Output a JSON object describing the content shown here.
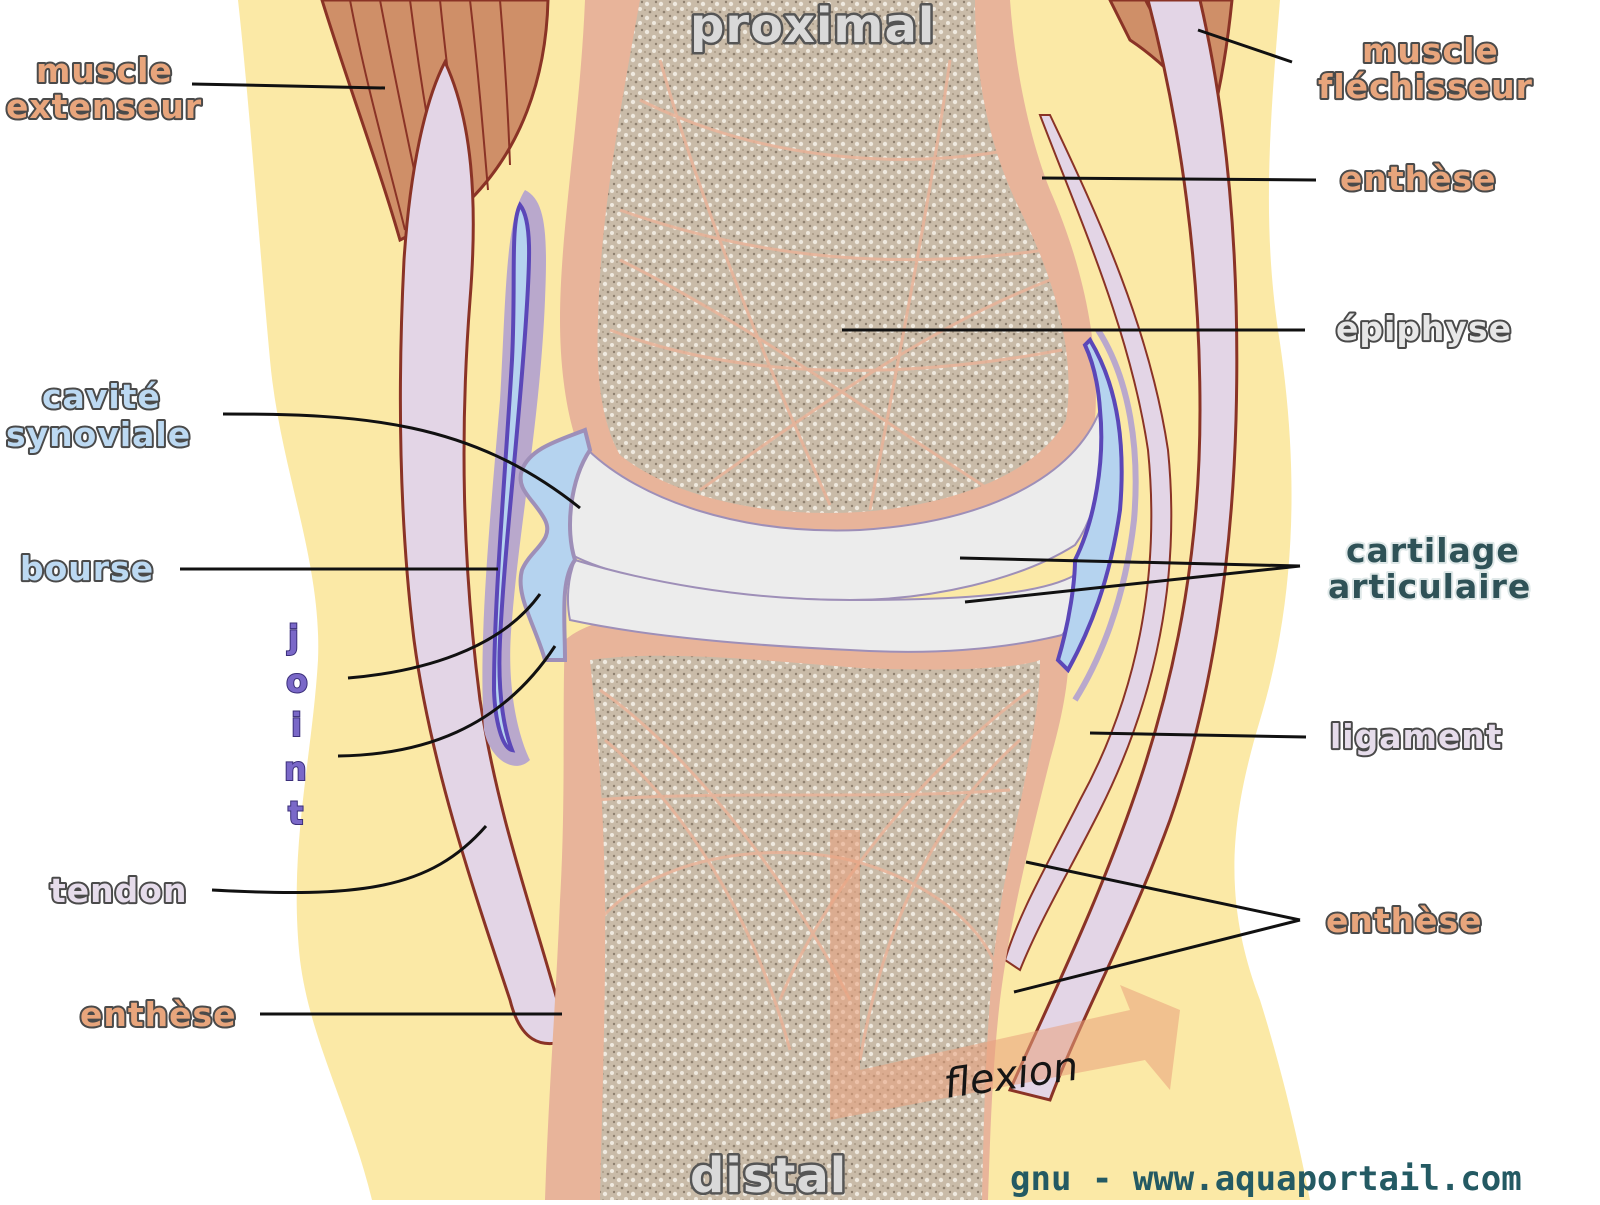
{
  "labels": {
    "proximal": "proximal",
    "distal": "distal",
    "muscle_extenseur_1": "muscle",
    "muscle_extenseur_2": "extenseur",
    "muscle_flechisseur_1": "muscle",
    "muscle_flechisseur_2": "fléchisseur",
    "enthese_top_right": "enthèse",
    "epiphyse": "épiphyse",
    "cavite_1": "cavité",
    "cavite_2": "synoviale",
    "bourse": "bourse",
    "cartilage_1": "cartilage",
    "cartilage_2": "articulaire",
    "joint_letters": [
      "j",
      "o",
      "i",
      "n",
      "t"
    ],
    "ligament": "ligament",
    "tendon": "tendon",
    "enthese_bottom_left": "enthèse",
    "enthese_bottom_right": "enthèse",
    "flexion": "flexion",
    "credit": "gnu - www.aquaportail.com"
  },
  "colors": {
    "skin": "#fbe9a6",
    "muscle": "#d0916a",
    "muscle_line": "#8a3326",
    "tendon": "#e3d6e6",
    "periosteum": "#e8b49a",
    "bone_spongy": "#cfc2b0",
    "cartilage": "#ececec",
    "synovial": "#b5d3ef",
    "capsule": "#6a55c0",
    "flexion_arrow": "#e9a07c"
  }
}
